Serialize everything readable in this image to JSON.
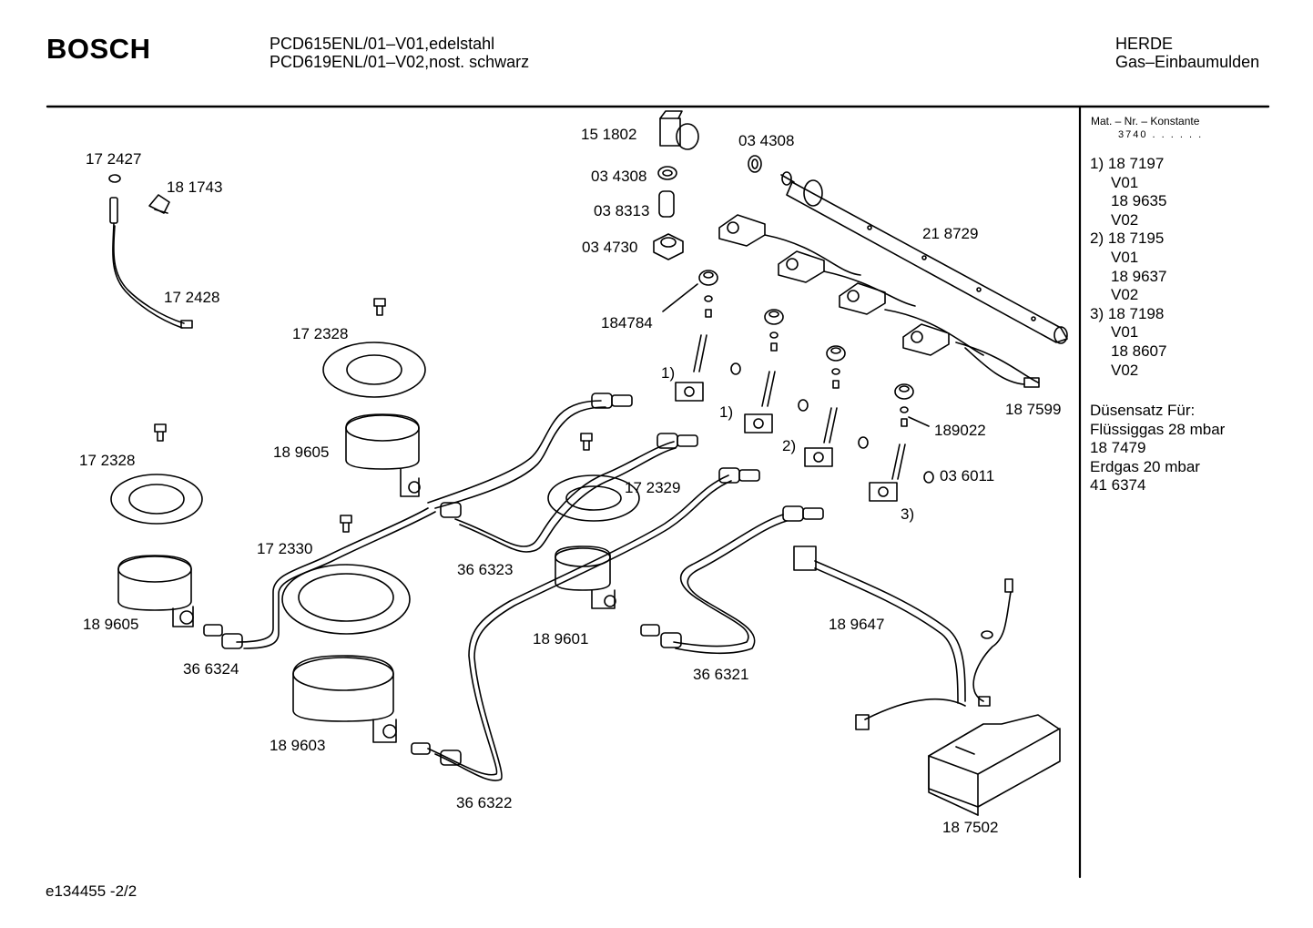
{
  "header": {
    "brand": "BOSCH",
    "models": [
      "PCD615ENL/01–V01,edelstahl",
      "PCD619ENL/01–V02,nost. schwarz"
    ],
    "category": [
      "HERDE",
      "Gas–Einbaumulden"
    ]
  },
  "footer": {
    "doc_id": "e134455 -2/2"
  },
  "sidebar": {
    "constant_title": "Mat. – Nr. – Konstante",
    "constant_value": "3740 . . . . . .",
    "groups": [
      {
        "marker": "1)",
        "lines": [
          "18 7197",
          "V01",
          "18 9635",
          "V02"
        ]
      },
      {
        "marker": "2)",
        "lines": [
          "18 7195",
          "V01",
          "18 9637",
          "V02"
        ]
      },
      {
        "marker": "3)",
        "lines": [
          "18 7198",
          "V01",
          "18 8607",
          "V02"
        ]
      }
    ],
    "nozzle_set": [
      "Düsensatz Für:",
      "Flüssiggas 28 mbar",
      "18 7479",
      "Erdgas 20 mbar",
      "41 6374"
    ]
  },
  "part_labels": {
    "p172427": "17 2427",
    "p181743": "18 1743",
    "p172428": "17 2428",
    "p172328a": "17 2328",
    "p172328b": "17 2328",
    "p189605a": "18 9605",
    "p189605b": "18 9605",
    "p172330": "17 2330",
    "p366324": "36 6324",
    "p189603": "18 9603",
    "p366322": "36 6322",
    "p366323": "36 6323",
    "p172329": "17 2329",
    "p189601": "18 9601",
    "p366321": "36 6321",
    "p189647": "18 9647",
    "p187502": "18 7502",
    "p151802": "15 1802",
    "p034308a": "03 4308",
    "p034308b": "03 4308",
    "p038313": "03 8313",
    "p034730": "03 4730",
    "p184784": "184784",
    "p218729": "21 8729",
    "p187599": "18 7599",
    "p189022": "189022",
    "p036011": "03 6011",
    "v1a": "1)",
    "v1b": "1)",
    "v2": "2)",
    "v3": "3)"
  }
}
